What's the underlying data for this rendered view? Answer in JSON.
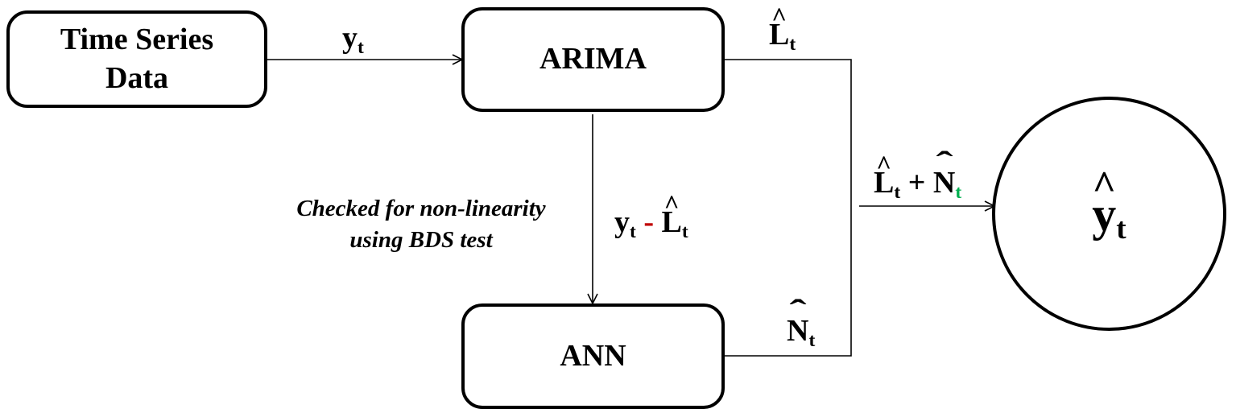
{
  "nodes": {
    "time_series": "Time Series\nData",
    "arima": "ARIMA",
    "ann": "ANN"
  },
  "edges": {
    "yt": {
      "base": "y",
      "sub": "t"
    },
    "L_hat": {
      "base": "L",
      "sub": "t"
    },
    "N_hat": {
      "base": "N",
      "sub": "t"
    },
    "residual": {
      "left": "y",
      "left_sub": "t",
      "op": "-",
      "right": "L",
      "right_sub": "t"
    },
    "combined": {
      "left": "L",
      "left_sub": "t",
      "op": "+",
      "right": "N",
      "right_sub": "t"
    }
  },
  "note": {
    "line1": "Checked for non-linearity",
    "line2": "using BDS test"
  },
  "output": {
    "base": "y",
    "sub": "t"
  },
  "colors": {
    "minus": "#c00000",
    "subscript_green": "#00b050"
  }
}
